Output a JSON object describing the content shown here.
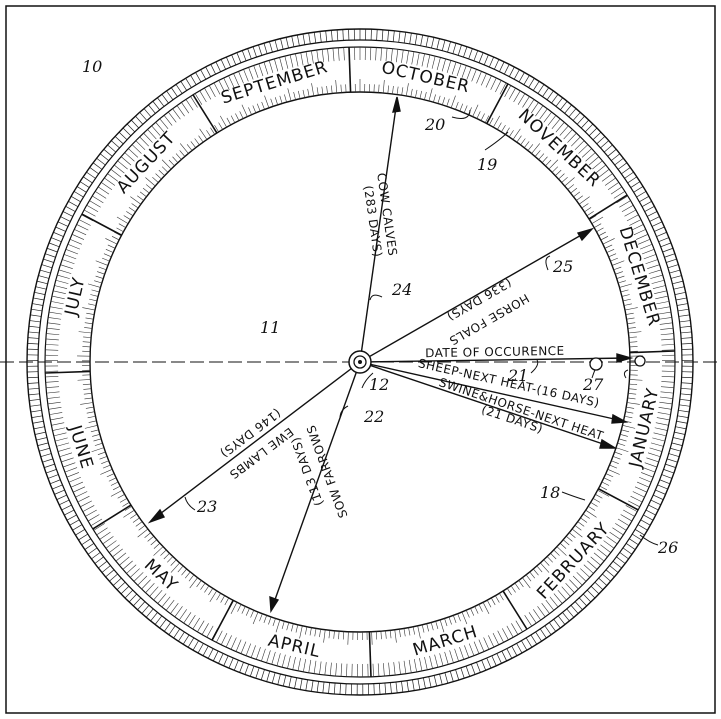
{
  "figure": {
    "months": [
      "JANUARY",
      "FEBRUARY",
      "MARCH",
      "APRIL",
      "MAY",
      "JUNE",
      "JULY",
      "AUGUST",
      "SEPTEMBER",
      "OCTOBER",
      "NOVEMBER",
      "DECEMBER"
    ],
    "numerals": {
      "n10": "10",
      "n11": "11",
      "n12": "12",
      "n18": "18",
      "n19": "19",
      "n20": "20",
      "n21": "21",
      "n22": "22",
      "n23": "23",
      "n24": "24",
      "n25": "25",
      "n26": "26",
      "n27": "27"
    },
    "labels": {
      "cow_calves": "COW CALVES",
      "cow_days": "(283 DAYS)",
      "horse_foals": "HORSE FOALS",
      "horse_days": "(336 DAYS)",
      "date_of_occurence": "DATE OF OCCURENCE",
      "sheep_next_heat": "SHEEP-NEXT HEAT-(16 DAYS)",
      "swine_horse_next_heat": "SWINE&HORSE-NEXT HEAT",
      "swine_days": "(21 DAYS)",
      "ewe_lambs": "EWE LAMBS",
      "ewe_days": "(146 DAYS)",
      "sow_farrows": "SOW FARROWS",
      "sow_days": "(113 DAYS)"
    }
  }
}
